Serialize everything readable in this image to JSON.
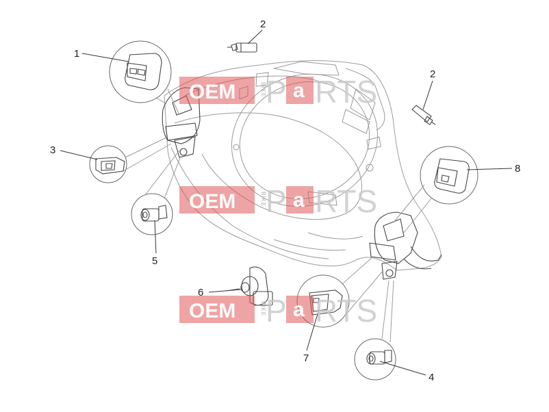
{
  "callouts": [
    {
      "id": "c1",
      "label": "1"
    },
    {
      "id": "c2a",
      "label": "2"
    },
    {
      "id": "c2b",
      "label": "2"
    },
    {
      "id": "c3",
      "label": "3"
    },
    {
      "id": "c4",
      "label": "4"
    },
    {
      "id": "c5",
      "label": "5"
    },
    {
      "id": "c6",
      "label": "6"
    },
    {
      "id": "c7",
      "label": "7"
    },
    {
      "id": "c8",
      "label": "8"
    }
  ],
  "watermark": {
    "oem": "OEM",
    "bike": "BIKE",
    "parts_p": "P",
    "parts_a": "a",
    "parts_rest": "RTS"
  }
}
